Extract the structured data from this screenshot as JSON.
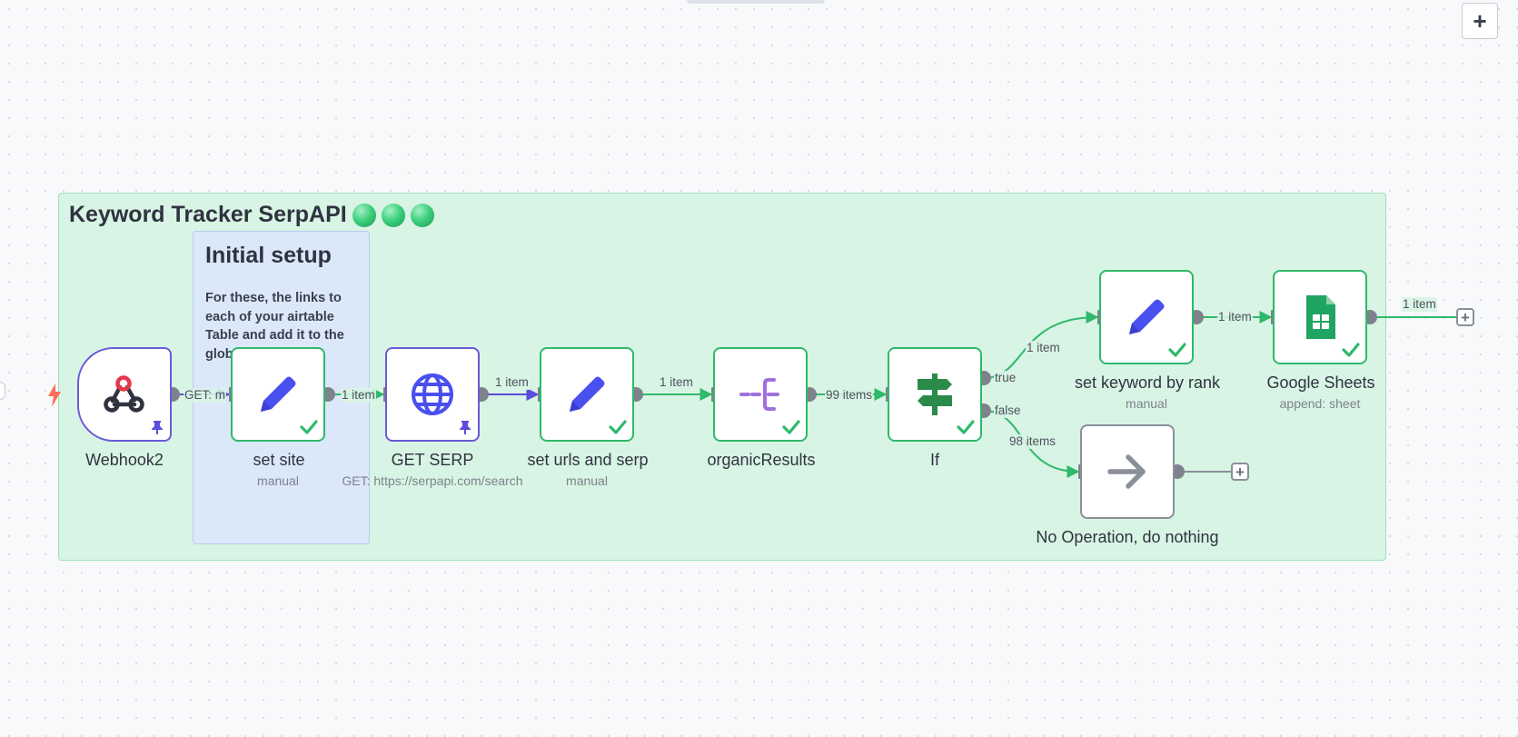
{
  "canvas": {
    "zoom_in_label": "+"
  },
  "group": {
    "title": "Keyword Tracker SerpAPI"
  },
  "sticky": {
    "title": "Initial setup",
    "text": "For these, the links to each of your airtable Table and add it to the global variable."
  },
  "nodes": [
    {
      "id": "webhook2",
      "label": "Webhook2",
      "subtitle": "",
      "icon": "webhook-icon",
      "state": "pinned"
    },
    {
      "id": "set-site",
      "label": "set site",
      "subtitle": "manual",
      "icon": "pencil-icon",
      "state": "success"
    },
    {
      "id": "get-serp",
      "label": "GET SERP",
      "subtitle": "GET: https://serpapi.com/search",
      "icon": "globe-icon",
      "state": "pinned"
    },
    {
      "id": "set-urls-and-serp",
      "label": "set urls and serp",
      "subtitle": "manual",
      "icon": "pencil-icon",
      "state": "success"
    },
    {
      "id": "organic-results",
      "label": "organicResults",
      "subtitle": "",
      "icon": "split-out-icon",
      "state": "success"
    },
    {
      "id": "if",
      "label": "If",
      "subtitle": "",
      "icon": "signpost-icon",
      "state": "success"
    },
    {
      "id": "set-keyword-by-rank",
      "label": "set keyword by rank",
      "subtitle": "manual",
      "icon": "pencil-icon",
      "state": "success"
    },
    {
      "id": "google-sheets",
      "label": "Google Sheets",
      "subtitle": "append: sheet",
      "icon": "google-sheets-icon",
      "state": "success"
    },
    {
      "id": "no-operation",
      "label": "No Operation, do nothing",
      "subtitle": "",
      "icon": "arrow-right-icon",
      "state": "idle"
    }
  ],
  "edges": {
    "webhook_to_set_site": "GET: m",
    "set_site_to_get_serp": "1 item",
    "get_serp_to_set_urls": "1 item",
    "set_urls_to_organic": "1 item",
    "organic_to_if": "99 items",
    "if_true_to_set_keyword": "1 item",
    "set_keyword_to_sheets": "1 item",
    "sheets_out": "1 item",
    "if_false_to_noop": "98 items"
  },
  "outputs": {
    "true_label": "true",
    "false_label": "false",
    "add_label": "+"
  },
  "colors": {
    "success": "#2fb96a",
    "pinned": "#6a5ad6",
    "edge_active": "#2fb96a",
    "edge_pinned": "#5b4ddb",
    "group_bg": "#d8f4e4",
    "sticky_bg": "#dbe7fa"
  }
}
